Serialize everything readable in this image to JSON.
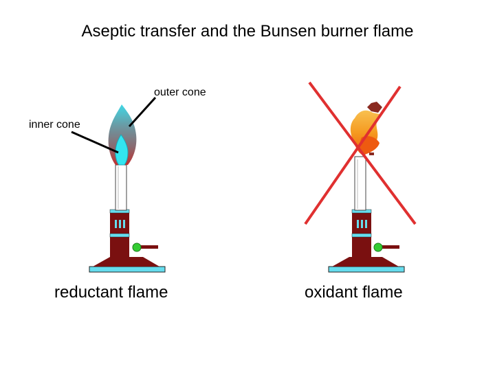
{
  "title": "Aseptic transfer and the Bunsen burner flame",
  "labels": {
    "outer_cone": "outer cone",
    "inner_cone": "inner cone"
  },
  "captions": {
    "left": "reductant flame",
    "right": "oxidant flame"
  },
  "colors": {
    "burner_body": "#7a1010",
    "burner_base": "#7a1010",
    "base_plate": "#66ddee",
    "valve": "#33cc33",
    "inner_cone": "#33e5f0",
    "outer_cone": "#6fa0a8",
    "oxidant_flame": "#f5a020",
    "cross": "#e03030"
  }
}
